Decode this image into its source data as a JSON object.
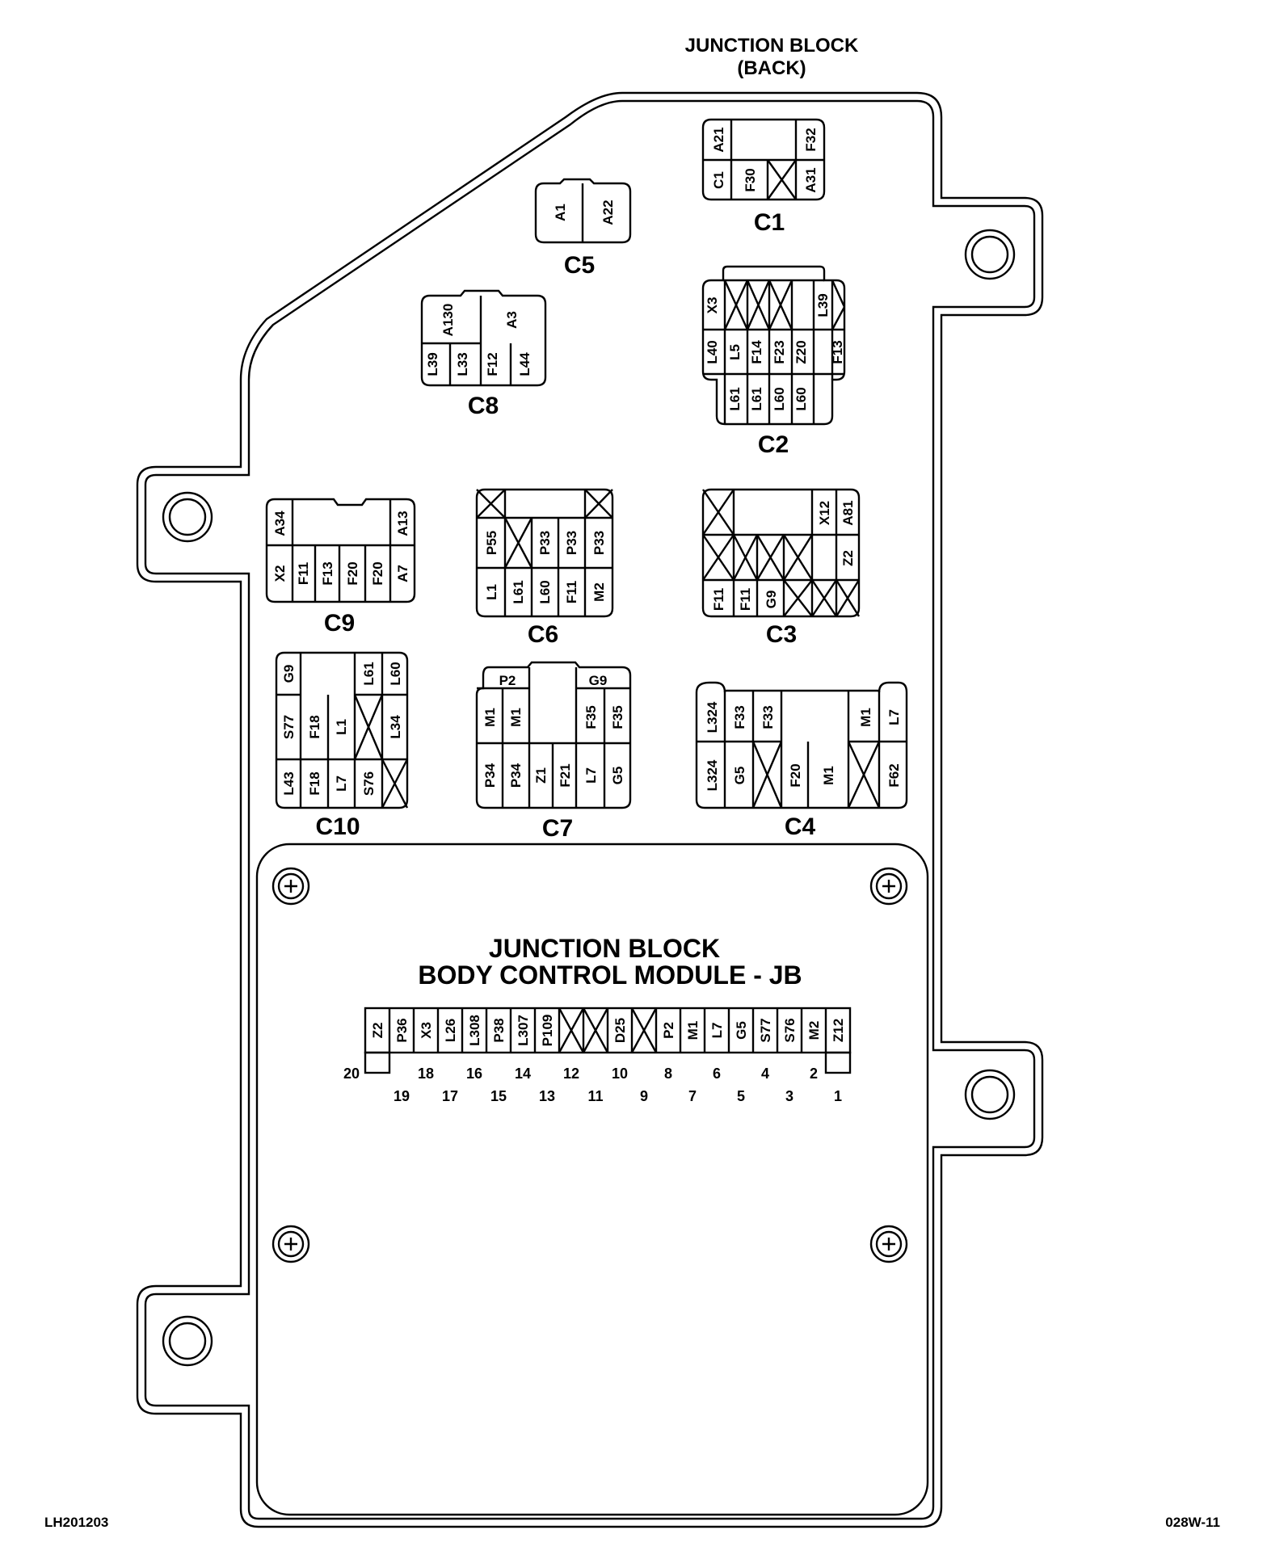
{
  "header": {
    "title_line1": "JUNCTION BLOCK",
    "title_line2": "(BACK)"
  },
  "module": {
    "title_line1": "JUNCTION BLOCK",
    "title_line2": "BODY CONTROL MODULE - JB"
  },
  "footer": {
    "left_code": "LH201203",
    "right_code": "028W-11"
  },
  "connectors": {
    "c1": {
      "name": "C1",
      "cavities": [
        "A21",
        "F32",
        "C1",
        "F30",
        "A31"
      ]
    },
    "c5": {
      "name": "C5",
      "cavities": [
        "A1",
        "A22"
      ]
    },
    "c8": {
      "name": "C8",
      "cavities": [
        "A130",
        "A3",
        "L39",
        "L33",
        "F12",
        "L44"
      ]
    },
    "c2": {
      "name": "C2",
      "cavities": [
        "X3",
        "L39",
        "L40",
        "L5",
        "F14",
        "F23",
        "Z20",
        "F13",
        "L61",
        "L61",
        "L60",
        "L60"
      ]
    },
    "c9": {
      "name": "C9",
      "cavities": [
        "A34",
        "A13",
        "X2",
        "F11",
        "F13",
        "F20",
        "F20",
        "A7"
      ]
    },
    "c6": {
      "name": "C6",
      "cavities": [
        "P55",
        "P33",
        "P33",
        "P33",
        "L1",
        "L61",
        "L60",
        "F11",
        "M2"
      ]
    },
    "c3": {
      "name": "C3",
      "cavities": [
        "X12",
        "A81",
        "Z2",
        "F11",
        "F11",
        "G9"
      ]
    },
    "c10": {
      "name": "C10",
      "cavities": [
        "G9",
        "L61",
        "L60",
        "S77",
        "F18",
        "L1",
        "L34",
        "L43",
        "F18",
        "L7",
        "S76"
      ]
    },
    "c7": {
      "name": "C7",
      "cavities": [
        "P2",
        "G9",
        "M1",
        "M1",
        "F35",
        "F35",
        "P34",
        "P34",
        "Z1",
        "F21",
        "L7",
        "G5"
      ]
    },
    "c4": {
      "name": "C4",
      "cavities": [
        "L324",
        "F33",
        "F33",
        "M1",
        "L7",
        "L324",
        "G5",
        "F20",
        "M1",
        "F62"
      ]
    }
  },
  "bcm_pins": {
    "labels": [
      "Z2",
      "P36",
      "X3",
      "L26",
      "L308",
      "P38",
      "L307",
      "P109",
      "",
      "",
      "D25",
      "",
      "P2",
      "M1",
      "L7",
      "G5",
      "S77",
      "S76",
      "M2",
      "Z12"
    ],
    "numbers_even": [
      "20",
      "18",
      "16",
      "14",
      "12",
      "10",
      "8",
      "6",
      "4",
      "2"
    ],
    "numbers_odd": [
      "19",
      "17",
      "15",
      "13",
      "11",
      "9",
      "7",
      "5",
      "3",
      "1"
    ]
  }
}
